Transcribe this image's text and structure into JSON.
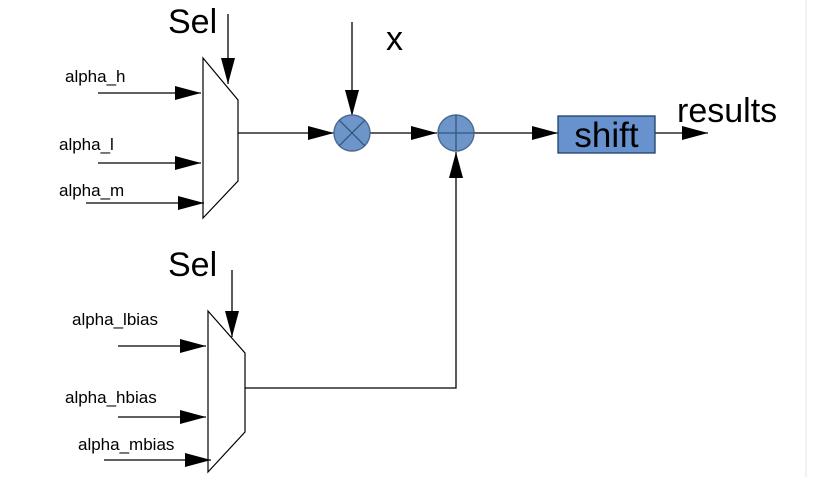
{
  "colors": {
    "operator_fill": "#6d95c9",
    "block_fill": "#6792cd",
    "line": "#000000",
    "background": "#ffffff"
  },
  "mux_top": {
    "select_label": "Sel",
    "inputs": [
      "alpha_h",
      "alpha_l",
      "alpha_m"
    ]
  },
  "mux_bottom": {
    "select_label": "Sel",
    "inputs": [
      "alpha_lbias",
      "alpha_hbias",
      "alpha_mbias"
    ]
  },
  "multiplier": {
    "input_label": "x",
    "icon": "multiply-circle-icon"
  },
  "adder": {
    "icon": "add-circle-icon"
  },
  "shift_block": {
    "label": "shift"
  },
  "output": {
    "label": "results"
  }
}
